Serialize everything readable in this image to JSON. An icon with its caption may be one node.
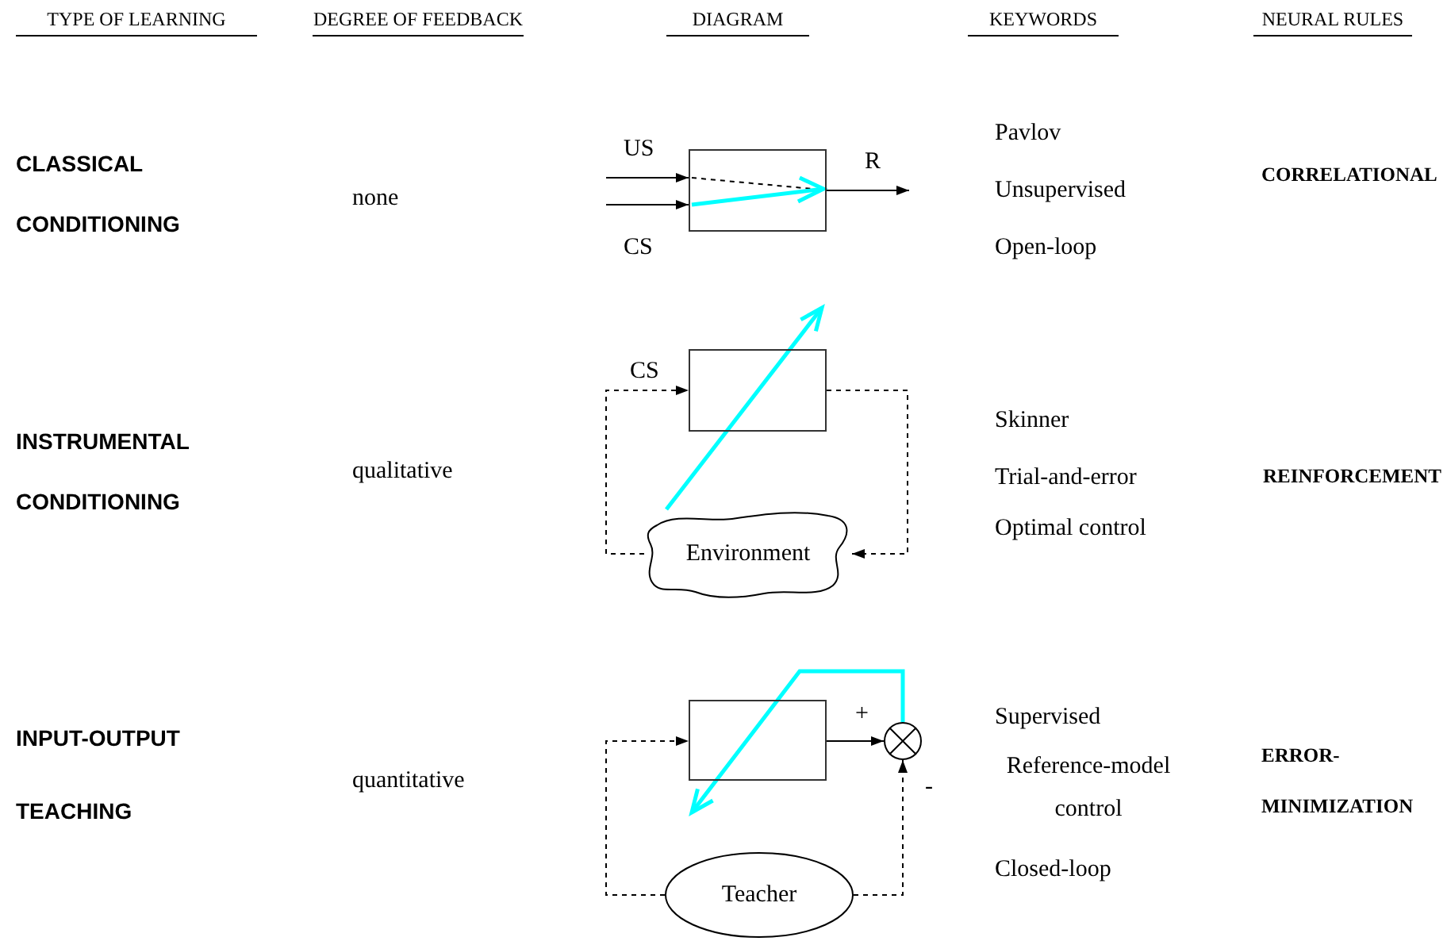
{
  "diagram": {
    "nodes": [
      {
        "text": [],
        "shape": "box"
      },
      {
        "text": [],
        "shape": "box"
      },
      {
        "text": [
          "Environment"
        ]
      },
      {
        "text": [],
        "shape": "box"
      },
      {
        "text": [],
        "shape": "circle"
      },
      {
        "text": [
          "Teacher"
        ]
      }
    ],
    "edges": [
      {
        "from": null,
        "to": 0,
        "arrow": "to",
        "label": "US"
      },
      {
        "from": null,
        "to": 0,
        "arrow": "to",
        "label": "CS"
      },
      {
        "from": 0,
        "to": null,
        "arrow": "to",
        "label": "R"
      },
      {
        "from": 2,
        "to": 1,
        "arrow": "to",
        "label": "CS",
        "style": "dashed"
      },
      {
        "from": 1,
        "to": 2,
        "arrow": "to",
        "style": "dashed"
      },
      {
        "from": 2,
        "to": 1,
        "arrow": "to",
        "style": "thick",
        "color": "#00ffff"
      },
      {
        "from": 5,
        "to": 3,
        "arrow": "to",
        "style": "dashed"
      },
      {
        "from": 3,
        "to": 4,
        "arrow": "to",
        "label": "+"
      },
      {
        "from": 5,
        "to": 4,
        "arrow": "to",
        "label": "-",
        "style": "dashed"
      },
      {
        "from": 4,
        "to": 3,
        "arrow": "to",
        "style": "thick",
        "color": "#00ffff"
      }
    ],
    "labels": [
      "TYPE OF LEARNING",
      "DEGREE OF FEEDBACK",
      "DIAGRAM",
      "KEYWORDS",
      "NEURAL RULES",
      "CLASSICAL CONDITIONING",
      "none",
      "Pavlov",
      "Unsupervised",
      "Open-loop",
      "CORRELATIONAL",
      "INSTRUMENTAL CONDITIONING",
      "qualitative",
      "Skinner",
      "Trial-and-error",
      "Optimal control",
      "REINFORCEMENT",
      "INPUT-OUTPUT TEACHING",
      "quantitative",
      "Supervised",
      "Reference-model control",
      "Closed-loop",
      "ERROR-MINIMIZATION"
    ]
  }
}
